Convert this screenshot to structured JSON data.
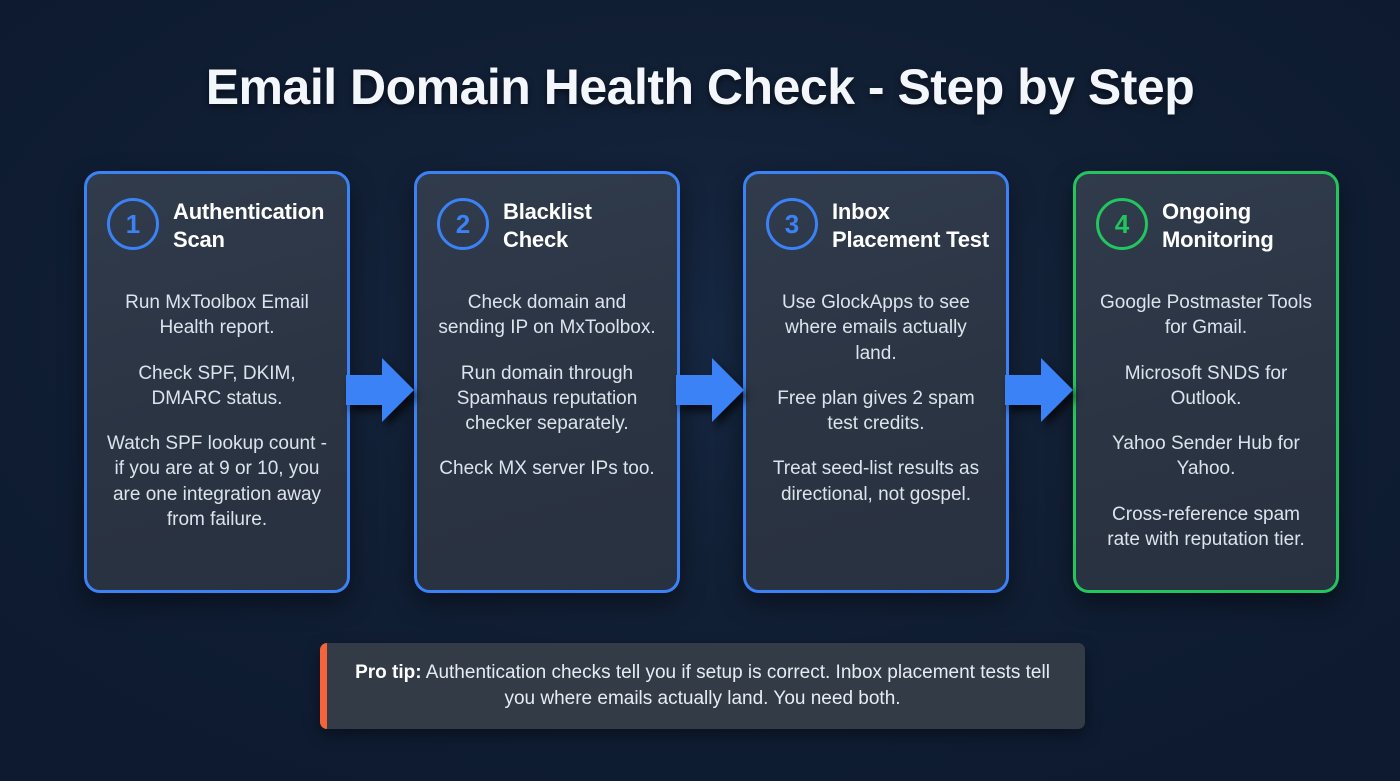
{
  "title": "Email Domain Health Check - Step by Step",
  "colors": {
    "background": "#0d1a30",
    "card_background": "#2b3443",
    "accent_blue": "#3b82f6",
    "accent_green": "#22c55e",
    "accent_orange": "#f4633a",
    "title_text": "#f3f6fb",
    "body_text": "#dde3ec"
  },
  "steps": [
    {
      "number": "1",
      "title": "Authentication Scan",
      "accent": "#3b82f6",
      "bullets": [
        "Run MxToolbox Email Health report.",
        "Check SPF, DKIM, DMARC status.",
        "Watch SPF lookup count - if you are at 9 or 10, you are one integration away from failure."
      ]
    },
    {
      "number": "2",
      "title": "Blacklist Check",
      "accent": "#3b82f6",
      "bullets": [
        "Check domain and sending IP on MxToolbox.",
        "Run domain through Spamhaus reputation checker separately.",
        "Check MX server IPs too."
      ]
    },
    {
      "number": "3",
      "title": "Inbox Placement Test",
      "accent": "#3b82f6",
      "bullets": [
        "Use GlockApps to see where emails actually land.",
        "Free plan gives 2 spam test credits.",
        "Treat seed-list results as directional, not gospel."
      ]
    },
    {
      "number": "4",
      "title": "Ongoing Monitoring",
      "accent": "#22c55e",
      "bullets": [
        "Google Postmaster Tools for Gmail.",
        "Microsoft SNDS for Outlook.",
        "Yahoo Sender Hub for Yahoo.",
        "Cross-reference spam rate with reputation tier."
      ]
    }
  ],
  "arrows": [
    {
      "name": "arrow-step1-to-step2",
      "color": "#3b82f6"
    },
    {
      "name": "arrow-step2-to-step3",
      "color": "#3b82f6"
    },
    {
      "name": "arrow-step3-to-step4",
      "color": "#3b82f6"
    }
  ],
  "pro_tip": {
    "label": "Pro tip:",
    "text": " Authentication checks tell you if setup is correct. Inbox placement tests tell you where emails actually land. You need both."
  }
}
